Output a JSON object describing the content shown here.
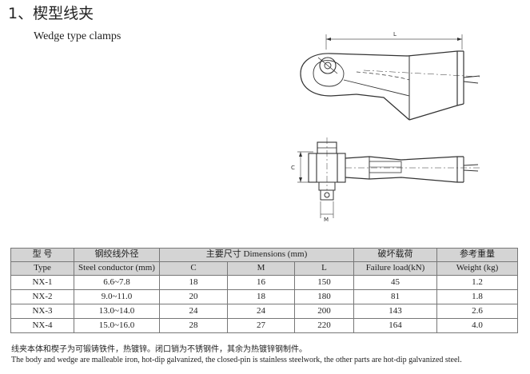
{
  "title": "1、楔型线夹",
  "subtitle": "Wedge type clamps",
  "drawing": {
    "label_length": "L",
    "label_c": "C",
    "label_m": "M"
  },
  "table": {
    "headers": {
      "model_cn": "型 号",
      "model_en": "Type",
      "conductor_cn": "钢绞线外径",
      "conductor_en": "Steel conductor (mm)",
      "dimensions": "主要尺寸 Dimensions (mm)",
      "dim_c": "C",
      "dim_m": "M",
      "dim_l": "L",
      "failure_cn": "破坏载荷",
      "failure_en": "Failure load(kN)",
      "weight_cn": "参考重量",
      "weight_en": "Weight (kg)"
    },
    "rows": [
      {
        "type": "NX-1",
        "conductor": "6.6~7.8",
        "c": "18",
        "m": "16",
        "l": "150",
        "load": "45",
        "weight": "1.2"
      },
      {
        "type": "NX-2",
        "conductor": "9.0~11.0",
        "c": "20",
        "m": "18",
        "l": "180",
        "load": "81",
        "weight": "1.8"
      },
      {
        "type": "NX-3",
        "conductor": "13.0~14.0",
        "c": "24",
        "m": "24",
        "l": "200",
        "load": "143",
        "weight": "2.6"
      },
      {
        "type": "NX-4",
        "conductor": "15.0~16.0",
        "c": "28",
        "m": "27",
        "l": "220",
        "load": "164",
        "weight": "4.0"
      }
    ]
  },
  "notes": {
    "cn": "线夹本体和楔子为可锻铸铁件，热镀锌。闭口销为不锈钢件，其余为热镀锌钢制件。",
    "en": "The body and wedge are malleable iron, hot-dip galvanized, the closed-pin is stainless steelwork, the other parts are hot-dip galvanized steel."
  }
}
